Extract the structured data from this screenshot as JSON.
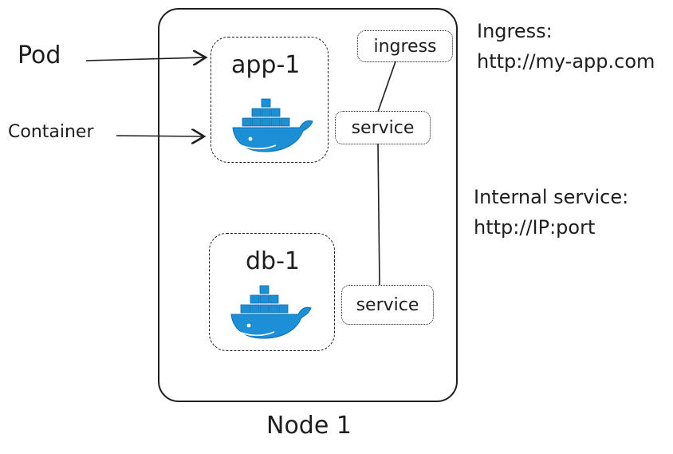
{
  "labels": {
    "pod": "Pod",
    "container": "Container",
    "node": "Node 1"
  },
  "pods": {
    "app": {
      "name": "app-1"
    },
    "db": {
      "name": "db-1"
    }
  },
  "services": {
    "ingress": "ingress",
    "app_service": "service",
    "db_service": "service"
  },
  "notes": {
    "ingress_title": "Ingress:",
    "ingress_url": "http://my-app.com",
    "internal_title": "Internal service:",
    "internal_url": "http://IP:port"
  },
  "icons": {
    "app_container": "docker-whale-icon",
    "db_container": "docker-whale-icon"
  },
  "colors": {
    "stroke": "#1e1e1e",
    "docker_blue": "#1d8fd6",
    "docker_blue_dark": "#0b6cae"
  }
}
